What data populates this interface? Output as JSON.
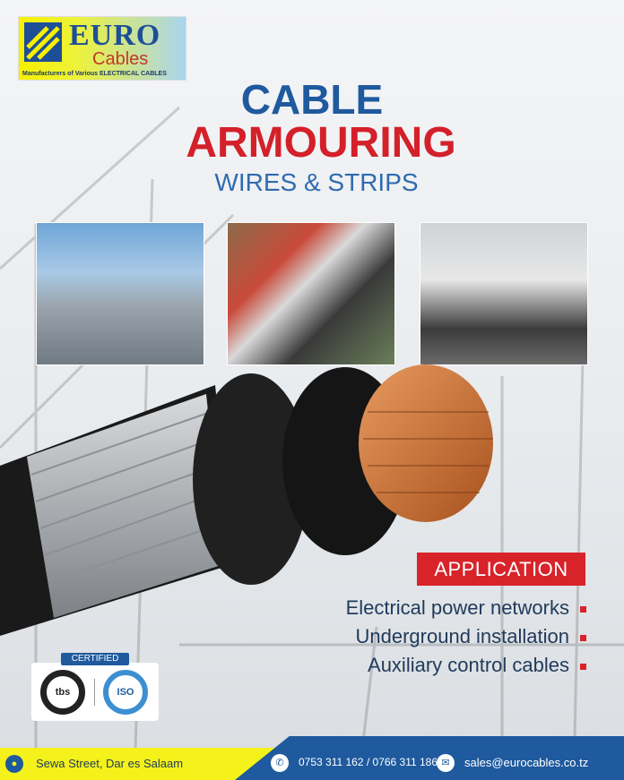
{
  "logo": {
    "brand": "EURO",
    "sub": "Cables",
    "tagline": "Manufacturers of Various ELECTRICAL CABLES"
  },
  "title": {
    "line1": "CABLE",
    "line2": "ARMOURING",
    "line3": "WIRES & STRIPS"
  },
  "application": {
    "label": "APPLICATION",
    "items": [
      "Electrical power networks",
      "Underground installation",
      "Auxiliary control cables"
    ]
  },
  "certification": {
    "label": "CERTIFIED",
    "tbs": "tbs",
    "iso": "ISO"
  },
  "footer": {
    "address": "Sewa Street, Dar es Salaam",
    "phone": "0753 311 162 / 0766 311 186",
    "email": "sales@eurocables.co.tz"
  },
  "colors": {
    "blue": "#1f5a9e",
    "red": "#d4202a",
    "yellow": "#f4f21a"
  }
}
